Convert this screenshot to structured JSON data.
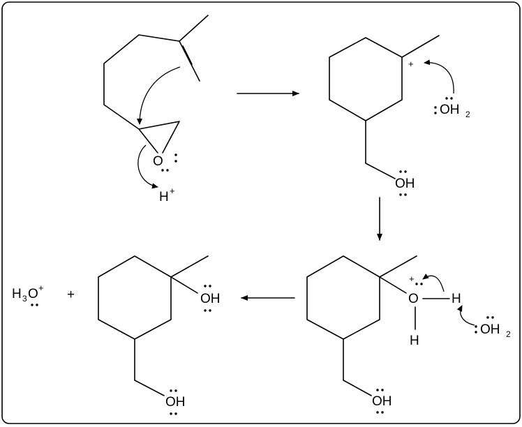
{
  "labels": {
    "epoxide_O": "O",
    "proton": "H",
    "plus": "+",
    "water_1_O": "OH",
    "water_1_sub": "2",
    "step2_OH": "OH",
    "oxonium_O": "O",
    "oxonium_H_right": "H",
    "oxonium_H_down": "H",
    "water_2_O": "OH",
    "water_2_sub": "2",
    "step3_OH": "OH",
    "product_OH_ring": "OH",
    "product_OH_chain": "OH",
    "hydronium_H": "H",
    "hydronium_sub": "3",
    "hydronium_O": "O",
    "plus_sign": "+"
  },
  "colors": {
    "ink": "#000000",
    "frame": "#000000",
    "background": "#ffffff"
  }
}
